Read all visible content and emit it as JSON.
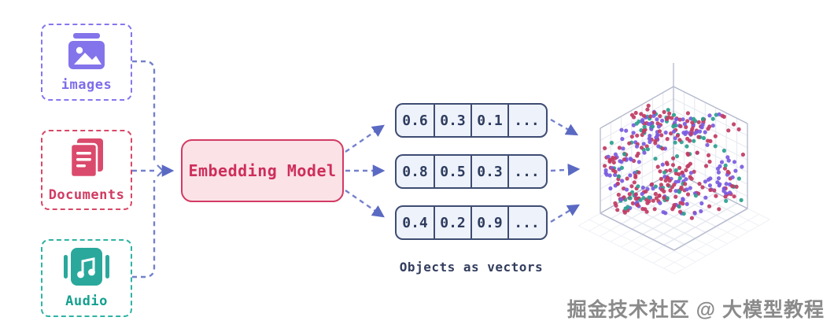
{
  "inputs": [
    {
      "id": "images",
      "label": "images",
      "icon": "picture-icon",
      "color": "#7d6cea",
      "border": "#8577ee"
    },
    {
      "id": "documents",
      "label": "Documents",
      "icon": "documents-icon",
      "color": "#d03b62",
      "border": "#d84867"
    },
    {
      "id": "audio",
      "label": "Audio",
      "icon": "music-note-icon",
      "color": "#14a08f",
      "border": "#2fb3a4"
    }
  ],
  "model": {
    "label": "Embedding Model",
    "bg": "#fbe2e7",
    "border": "#d23a62",
    "text": "#ce2e5a"
  },
  "vectors": {
    "rows": [
      [
        "0.6",
        "0.3",
        "0.1",
        "..."
      ],
      [
        "0.8",
        "0.5",
        "0.3",
        "..."
      ],
      [
        "0.4",
        "0.2",
        "0.9",
        "..."
      ]
    ],
    "caption": "Objects as vectors",
    "cell_bg": "#eef2fb",
    "cell_border": "#3e4c72",
    "cell_text": "#2e3c5e"
  },
  "connectors": {
    "dash_color": "#7480cb",
    "arrow_color": "#5a69c2"
  },
  "scatter": {
    "grid_color": "#e6e8f0",
    "faint_grid_color": "#eff1f6",
    "edge_color": "#b3b8cc",
    "point_radius": 2.6,
    "colors": {
      "crimson": "#c13b63",
      "purple": "#7a5be0",
      "teal": "#2aa08f"
    },
    "weights": [
      0.45,
      0.3,
      0.25
    ],
    "clusters": [
      {
        "x": 0.55,
        "y": 0.15,
        "z": 0.12,
        "s": 0.11,
        "count": 60
      },
      {
        "x": 0.28,
        "y": 0.55,
        "z": 0.08,
        "s": 0.12,
        "count": 65
      },
      {
        "x": 0.9,
        "y": 0.12,
        "z": 0.45,
        "s": 0.12,
        "count": 50
      },
      {
        "x": 0.5,
        "y": 0.5,
        "z": 0.7,
        "s": 0.14,
        "count": 85
      },
      {
        "x": 0.78,
        "y": 0.28,
        "z": 0.84,
        "s": 0.1,
        "count": 50
      },
      {
        "x": 0.2,
        "y": 0.85,
        "z": 0.7,
        "s": 0.11,
        "count": 50
      },
      {
        "x": 0.5,
        "y": 0.45,
        "z": 0.4,
        "s": 0.3,
        "count": 80
      }
    ]
  },
  "watermark": "掘金技术社区 @ 大模型教程"
}
